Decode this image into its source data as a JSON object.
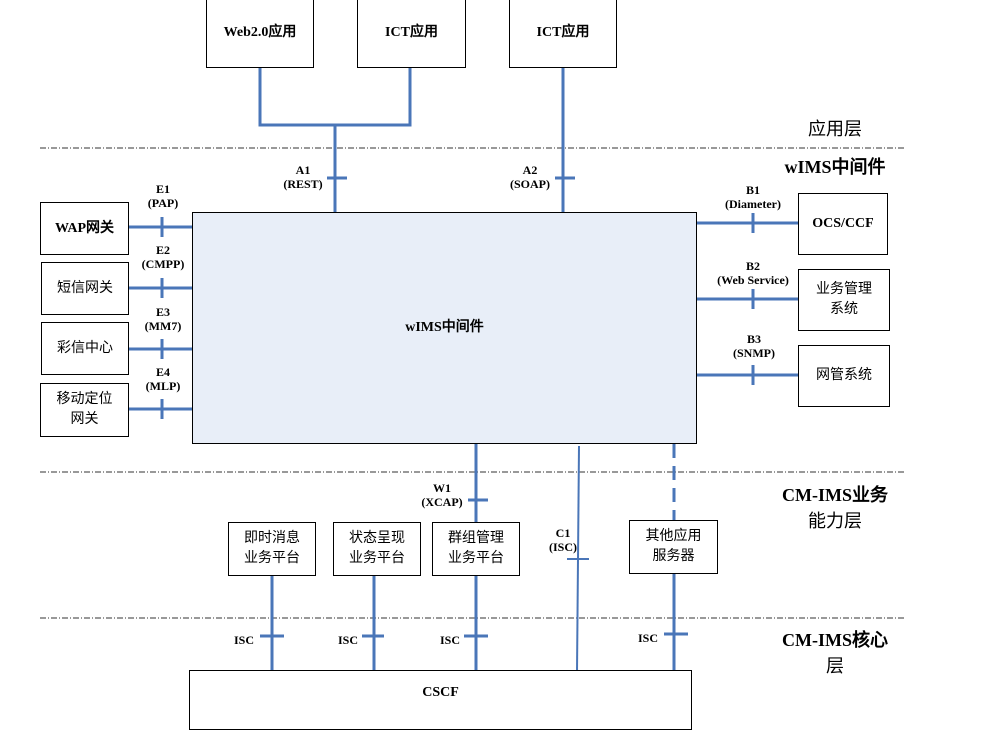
{
  "diagram": {
    "layers": [
      {
        "id": "app",
        "label": "应用层"
      },
      {
        "id": "wims",
        "label": "wIMS中间件"
      },
      {
        "id": "capability",
        "label_line1": "CM-IMS业务",
        "label_line2": "能力层"
      },
      {
        "id": "core",
        "label_line1": "CM-IMS核心",
        "label_line2": "层"
      }
    ],
    "top_apps": [
      "Web2.0应用",
      "ICT应用",
      "ICT应用"
    ],
    "main_box": "wIMS中间件",
    "left_systems": [
      {
        "lines": [
          "WAP网关"
        ]
      },
      {
        "lines": [
          "短信网关"
        ]
      },
      {
        "lines": [
          "彩信中心"
        ]
      },
      {
        "lines": [
          "移动定位",
          "网关"
        ]
      }
    ],
    "right_systems": [
      {
        "lines": [
          "OCS/CCF"
        ]
      },
      {
        "lines": [
          "业务管理",
          "系统"
        ]
      },
      {
        "lines": [
          "网管系统"
        ]
      }
    ],
    "capability_platforms": [
      {
        "lines": [
          "即时消息",
          "业务平台"
        ]
      },
      {
        "lines": [
          "状态呈现",
          "业务平台"
        ]
      },
      {
        "lines": [
          "群组管理",
          "业务平台"
        ]
      },
      {
        "lines": [
          "其他应用",
          "服务器"
        ]
      }
    ],
    "core_box": "CSCF",
    "interfaces": {
      "A1": {
        "name": "A1",
        "proto": "(REST)"
      },
      "A2": {
        "name": "A2",
        "proto": "(SOAP)"
      },
      "E1": {
        "name": "E1",
        "proto": "(PAP)"
      },
      "E2": {
        "name": "E2",
        "proto": "(CMPP)"
      },
      "E3": {
        "name": "E3",
        "proto": "(MM7)"
      },
      "E4": {
        "name": "E4",
        "proto": "(MLP)"
      },
      "B1": {
        "name": "B1",
        "proto": "(Diameter)"
      },
      "B2": {
        "name": "B2",
        "proto": "(Web Service)"
      },
      "B3": {
        "name": "B3",
        "proto": "(SNMP)"
      },
      "W1": {
        "name": "W1",
        "proto": "(XCAP)"
      },
      "C1": {
        "name": "C1",
        "proto": "(ISC)"
      },
      "ISC": "ISC"
    },
    "colors": {
      "connector": "#4a76b8",
      "main_fill": "#e8eef8",
      "border": "#000000"
    }
  }
}
